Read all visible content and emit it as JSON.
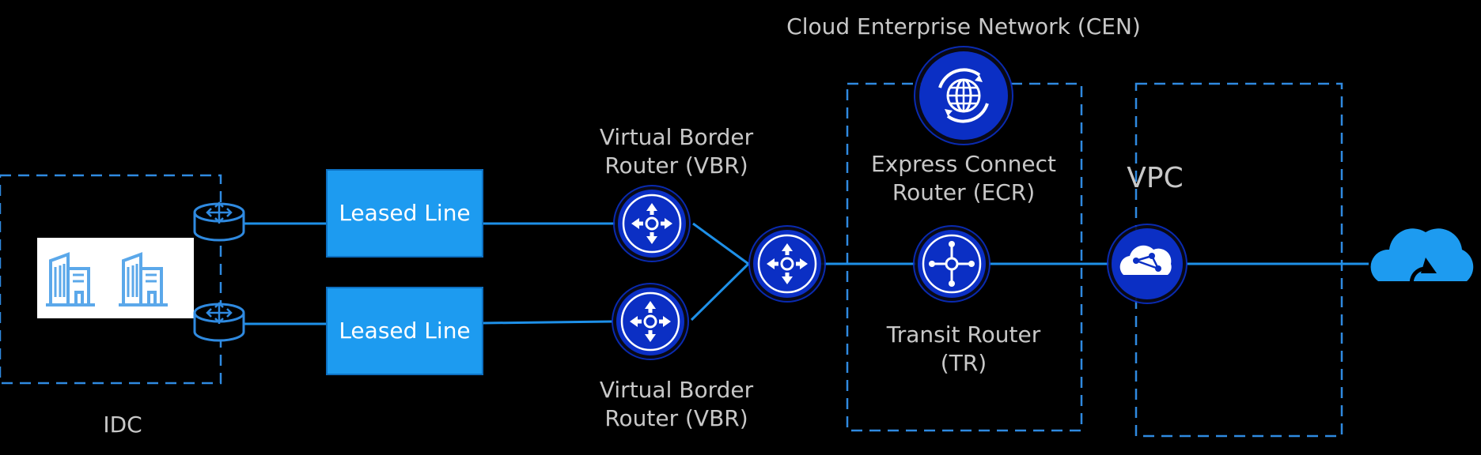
{
  "labels": {
    "cen": "Cloud Enterprise Network (CEN)",
    "vbr_top_1": "Virtual Border",
    "vbr_top_2": "Router (VBR)",
    "vbr_bottom_1": "Virtual Border",
    "vbr_bottom_2": "Router (VBR)",
    "ecr_1": "Express Connect",
    "ecr_2": "Router (ECR)",
    "tr_1": "Transit Router",
    "tr_2": "(TR)",
    "vpc": "VPC",
    "idc": "IDC",
    "leased_line_top": "Leased Line",
    "leased_line_bottom": "Leased Line"
  },
  "icons": {
    "idc": "buildings-icon",
    "customer_router": "router-icon",
    "vbr": "router-icon",
    "ecr": "router-icon",
    "transit_router": "router-icon",
    "cen": "globe-icon",
    "vpc": "cloud-network-icon",
    "cloud": "cloud-upload-icon"
  },
  "colors": {
    "background": "#000000",
    "link": "#1e90e8",
    "box_fill": "#1d9bf0",
    "node_fill": "#0b2fc4",
    "dashed_border": "#2f8ae0",
    "text": "#c8c8c8"
  }
}
